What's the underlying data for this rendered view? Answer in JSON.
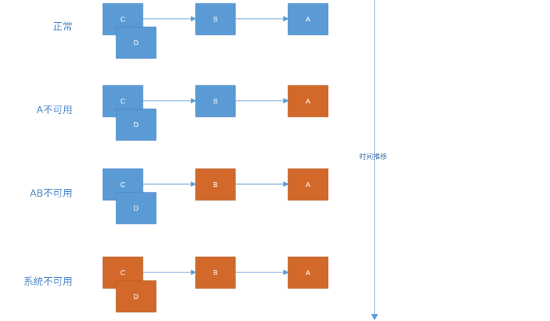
{
  "colors": {
    "available": "#5b9bd5",
    "unavailable": "#d2692a",
    "available_border": "#4a86c8",
    "unavailable_border": "#b85a22",
    "arrow": "#5b9bd5",
    "label": "#4a86c8"
  },
  "timeline": {
    "label": "时间推移"
  },
  "rows": [
    {
      "label": "正常",
      "nodes": [
        {
          "id": "C",
          "label": "C",
          "status": "available"
        },
        {
          "id": "D",
          "label": "D",
          "status": "available"
        },
        {
          "id": "B",
          "label": "B",
          "status": "available"
        },
        {
          "id": "A",
          "label": "A",
          "status": "available"
        }
      ]
    },
    {
      "label": "A不可用",
      "nodes": [
        {
          "id": "C",
          "label": "C",
          "status": "available"
        },
        {
          "id": "D",
          "label": "D",
          "status": "available"
        },
        {
          "id": "B",
          "label": "B",
          "status": "available"
        },
        {
          "id": "A",
          "label": "A",
          "status": "unavailable"
        }
      ]
    },
    {
      "label": "AB不可用",
      "nodes": [
        {
          "id": "C",
          "label": "C",
          "status": "available"
        },
        {
          "id": "D",
          "label": "D",
          "status": "available"
        },
        {
          "id": "B",
          "label": "B",
          "status": "unavailable"
        },
        {
          "id": "A",
          "label": "A",
          "status": "unavailable"
        }
      ]
    },
    {
      "label": "系统不可用",
      "nodes": [
        {
          "id": "C",
          "label": "C",
          "status": "unavailable"
        },
        {
          "id": "D",
          "label": "D",
          "status": "unavailable"
        },
        {
          "id": "B",
          "label": "B",
          "status": "unavailable"
        },
        {
          "id": "A",
          "label": "A",
          "status": "unavailable"
        }
      ]
    }
  ],
  "edges": [
    {
      "from": "C",
      "to": "B"
    },
    {
      "from": "B",
      "to": "A"
    }
  ]
}
